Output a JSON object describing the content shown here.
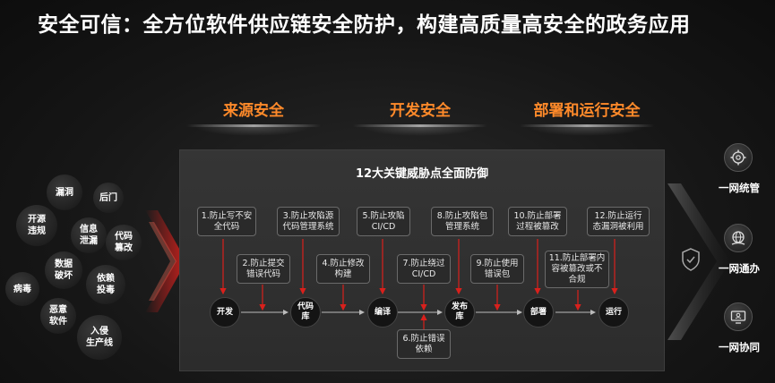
{
  "title": "安全可信：全方位软件供应链安全防护，构建高质量高安全的政务应用",
  "columns": [
    "来源安全",
    "开发安全",
    "部署和运行安全"
  ],
  "panel_title": "12大关键威胁点全面防御",
  "threats": {
    "leak": "漏洞",
    "backdoor": "后门",
    "license": "开源\n违规",
    "info_leak": "信息\n泄漏",
    "code_tamper": "代码\n篡改",
    "data_breach": "数据\n破坏",
    "dependency": "依赖\n投毒",
    "virus": "病毒",
    "malware": "恶意\n软件",
    "intrusion": "入侵\n生产线"
  },
  "steps": {
    "s1": "1.防止写不安\n全代码",
    "s2": "2.防止提交\n错误代码",
    "s3": "3.防止攻陷源\n代码管理系统",
    "s4": "4.防止修改\n构建",
    "s5": "5.防止攻陷\nCI/CD",
    "s6": "6.防止错误\n依赖",
    "s7": "7.防止绕过\nCI/CD",
    "s8": "8.防止攻陷包\n管理系统",
    "s9": "9.防止使用\n错误包",
    "s10": "10.防止部署\n过程被篡改",
    "s11": "11.防止部署内\n容被篡改或不\n合规",
    "s12": "12.防止运行\n态漏洞被利用"
  },
  "nodes": {
    "dev": "开发",
    "repo": "代码\n库",
    "build": "编译",
    "release": "发布\n库",
    "deploy": "部署",
    "run": "运行"
  },
  "side": {
    "manage": "一网统管",
    "service": "一网通办",
    "collab": "一网协同"
  },
  "icons": {
    "manage": "gear-globe-icon",
    "service": "globe-hand-icon",
    "collab": "monitor-user-icon",
    "shield": "shield-check-icon"
  },
  "colors": {
    "accent": "#ff8a2a",
    "arrow": "#d9201c"
  }
}
